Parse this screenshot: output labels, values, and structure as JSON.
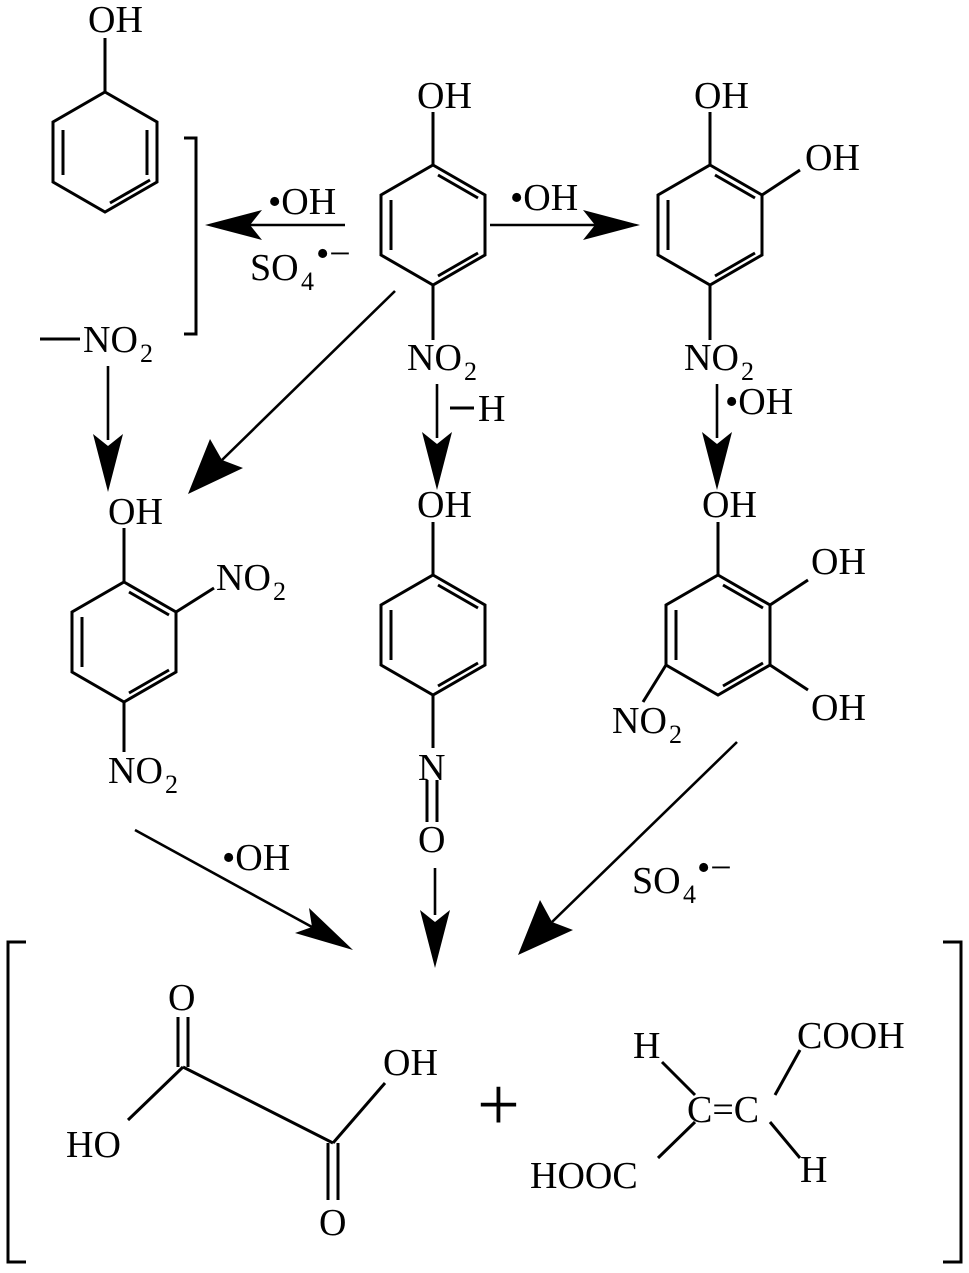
{
  "molecules": {
    "p_nitrophenol": {
      "oh": "OH",
      "no2_n": "NO",
      "no2_sub": "2"
    },
    "phenol_bracket": {
      "oh": "OH",
      "no2_n": "NO",
      "no2_sub": "2"
    },
    "nitrocatechol": {
      "oh1": "OH",
      "oh2": "OH",
      "no2_n": "NO",
      "no2_sub": "2"
    },
    "dinitrophenol": {
      "oh": "OH",
      "no2a_n": "NO",
      "no2a_sub": "2",
      "no2b_n": "NO",
      "no2b_sub": "2"
    },
    "nitrosophenol": {
      "oh": "OH",
      "n": "N",
      "o": "O"
    },
    "nitropyrogallol": {
      "oh1": "OH",
      "oh2": "OH",
      "oh3": "OH",
      "no2_n": "NO",
      "no2_sub": "2"
    },
    "oxalic_acid": {
      "o_top": "O",
      "oh_right": "OH",
      "ho_left": "HO",
      "o_bottom": "O"
    },
    "maleic_acid": {
      "h_top": "H",
      "cooh": "COOH",
      "c_eq_c": "C=C",
      "hooc": "HOOC",
      "h_bottom": "H"
    }
  },
  "reagents": {
    "oh_radical_left": "•OH",
    "so4_left": "SO",
    "so4_left_sub": "4",
    "so4_left_sup": "•−",
    "oh_radical_right": "•OH",
    "minus_h": "H",
    "oh_radical_vertical": "•OH",
    "oh_radical_bottom_left": "•OH",
    "so4_bottom_right": "SO",
    "so4_bottom_right_sub": "4",
    "so4_bottom_right_sup": "•−"
  },
  "plus_sign": "+"
}
